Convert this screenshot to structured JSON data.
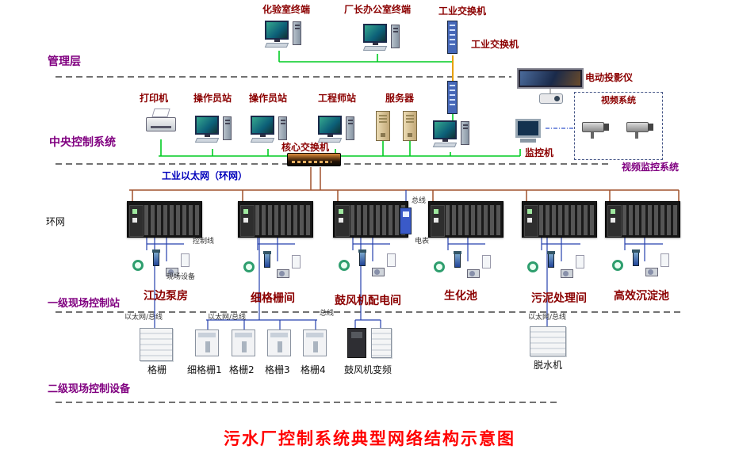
{
  "title": "污水厂控制系统典型网络结构示意图",
  "layers": {
    "management": "管理层",
    "central_control": "中央控制系统",
    "ring_net": "环网",
    "field_station_l1": "一级现场控制站",
    "field_device_l2": "二级现场控制设备"
  },
  "top_section": {
    "lab_terminal": "化验室终端",
    "director_terminal": "厂长办公室终端",
    "industrial_switch_top": "工业交换机",
    "industrial_switch_mid": "工业交换机"
  },
  "central_section": {
    "printer": "打印机",
    "operator_station_1": "操作员站",
    "operator_station_2": "操作员站",
    "engineer_station": "工程师站",
    "server": "服务器",
    "core_switch": "核心交换机",
    "monitor_station": "监控机",
    "projector": "电动投影仪",
    "video_system": "视频系统",
    "video_surveillance": "视频监控系统"
  },
  "network_labels": {
    "industrial_ethernet": "工业以太网（环网）",
    "control_line": "控制线",
    "field_equipment": "现场设备",
    "bus_top": "总线",
    "meter": "电表",
    "bus_bottom": "总线",
    "eth_bus_1": "以太网/总线",
    "eth_bus_2": "以太网/总线",
    "eth_bus_3": "以太网/总线"
  },
  "stations": [
    {
      "name": "江边泵房"
    },
    {
      "name": "细格栅间"
    },
    {
      "name": "鼓风机配电间"
    },
    {
      "name": "生化池"
    },
    {
      "name": "污泥处理间"
    },
    {
      "name": "高效沉淀池"
    }
  ],
  "bottom_devices": [
    {
      "name": "格栅"
    },
    {
      "name": "细格栅1"
    },
    {
      "name": "格栅2"
    },
    {
      "name": "格栅3"
    },
    {
      "name": "格栅4"
    },
    {
      "name": "鼓风机变频"
    },
    {
      "name": "脱水机"
    }
  ],
  "icons": {
    "desktop-computer": "css monitor+keyboard+tower",
    "printer": "css printer box with paper",
    "tower-server": "css tan tower",
    "core-switch": "css dark/orange box",
    "vertical-switch": "css blue striped box",
    "plc-rack": "css black rack with slats",
    "field-instruments": "css flowmeter/valve/pump/tank",
    "ptz-camera": "css camera body+lens",
    "projection-screen": "css dark screen",
    "crt-monitor": "css crt",
    "power-meter": "css blue meter",
    "cabinet": "css white cabinet box"
  },
  "colors": {
    "title": "#ff0000",
    "layer_label": "#800080",
    "device_label": "#8b0000",
    "ethernet_line": "#00cc22",
    "ring_line": "#a0522d",
    "control_line": "#2641ad",
    "blue_label": "#0000bb"
  }
}
